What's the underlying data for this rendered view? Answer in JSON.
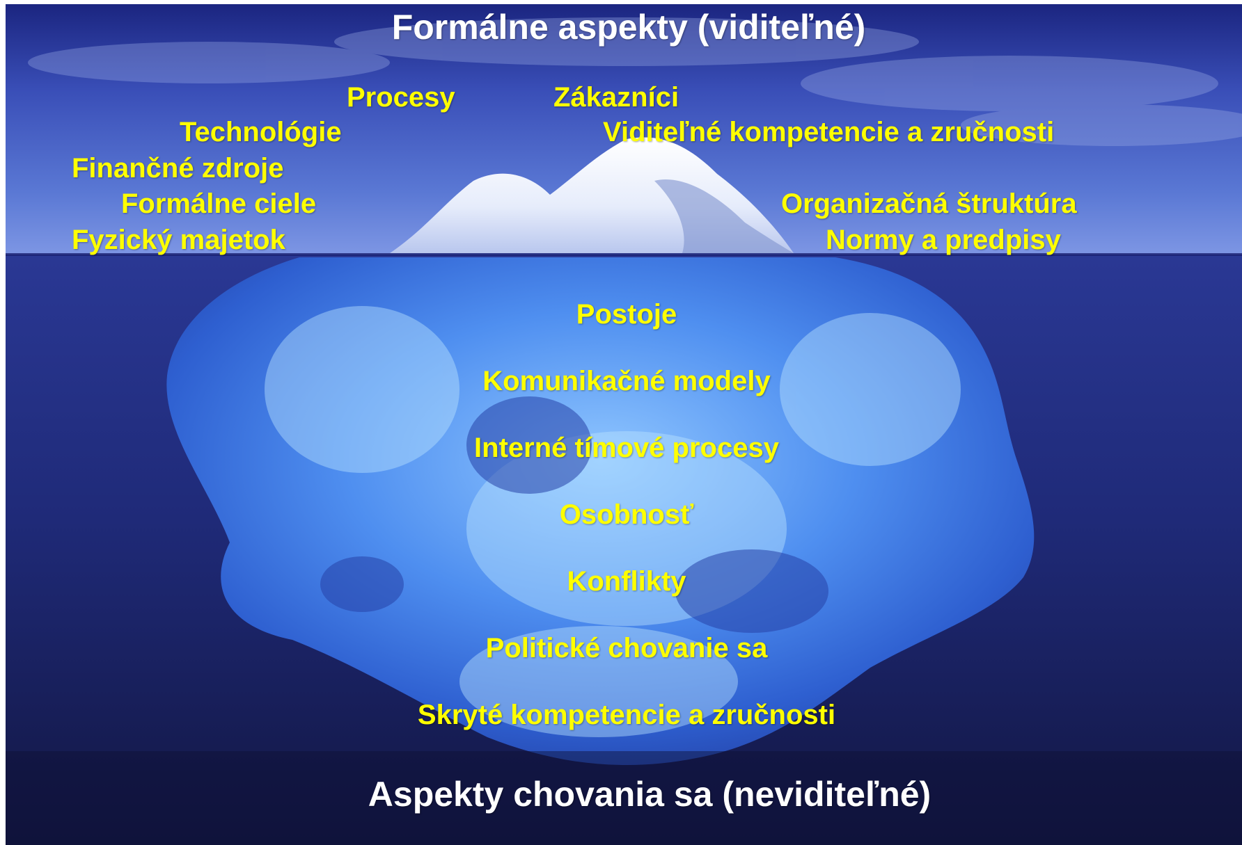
{
  "colors": {
    "label": "#ffff00",
    "heading": "#ffffff",
    "sky_top": "#1b2580",
    "sky_bottom": "#6f8de0",
    "sea": "#1a1f5e",
    "ice_top": "#f4f6ff",
    "ice_under": "#5fa0ff"
  },
  "top_heading": "Formálne aspekty (viditeľné)",
  "visible_aspects": {
    "procesy": "Procesy",
    "zakaznici": "Zákazníci",
    "technologie": "Technológie",
    "viditelne_kompetencie": "Viditeľné kompetencie a  zručnosti",
    "financne_zdroje": "Finančné zdroje",
    "formalne_ciele": "Formálne ciele",
    "organizacna_struktura": "Organizačná štruktúra",
    "fyzicky_majetok": "Fyzický majetok",
    "normy_predpisy": "Normy a predpisy"
  },
  "hidden_aspects": [
    "Postoje",
    "Komunikačné modely",
    "Interné tímové procesy",
    "Osobnosť",
    "Konflikty",
    "Politické chovanie sa",
    "Skryté kompetencie a zručnosti"
  ],
  "bottom_heading": "Aspekty chovania sa (neviditeľné)"
}
